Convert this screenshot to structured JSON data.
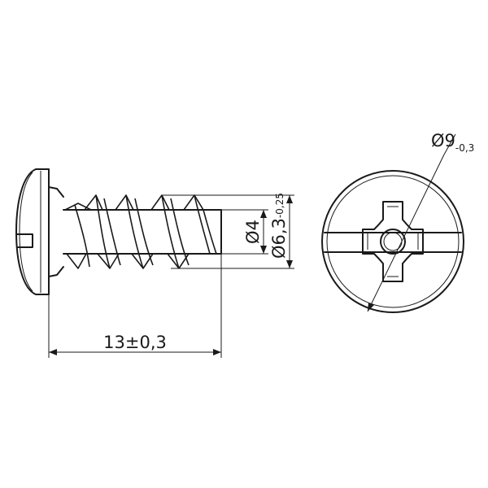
{
  "dimensions": {
    "length": "13±0,3",
    "core_diameter": "Ø4",
    "thread_diameter_main": "Ø6,3",
    "thread_diameter_tol": "-0,25",
    "head_diameter_main": "Ø9",
    "head_diameter_tol": "-0,3"
  }
}
